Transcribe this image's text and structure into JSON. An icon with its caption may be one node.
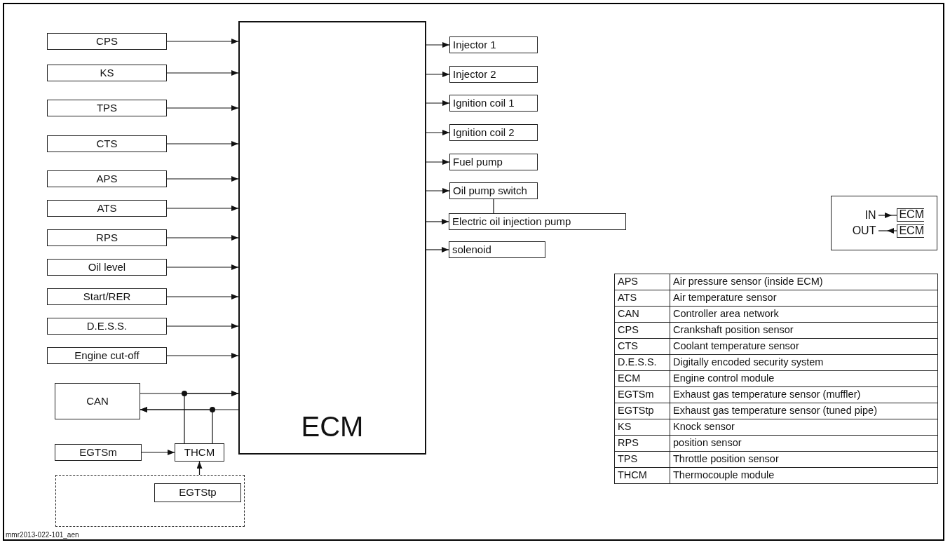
{
  "diagram": {
    "nodes": [
      {
        "text": [
          "ECM"
        ]
      },
      {
        "text": [
          "CPS"
        ]
      },
      {
        "text": [
          "KS"
        ]
      },
      {
        "text": [
          "TPS"
        ]
      },
      {
        "text": [
          "CTS"
        ]
      },
      {
        "text": [
          "APS"
        ]
      },
      {
        "text": [
          "ATS"
        ]
      },
      {
        "text": [
          "RPS"
        ]
      },
      {
        "text": [
          "Oil level"
        ]
      },
      {
        "text": [
          "Start/RER"
        ]
      },
      {
        "text": [
          "D.E.S.S."
        ]
      },
      {
        "text": [
          "Engine cut-off"
        ]
      },
      {
        "text": [
          "CAN"
        ]
      },
      {
        "text": [
          "THCM"
        ]
      },
      {
        "text": [
          "EGTSm"
        ]
      },
      {
        "text": [],
        "shape": "box"
      },
      {
        "text": [
          "EGTStp"
        ],
        "in": 15
      },
      {
        "text": [
          "Injector 1"
        ]
      },
      {
        "text": [
          "Injector 2"
        ]
      },
      {
        "text": [
          "Ignition coil 1"
        ]
      },
      {
        "text": [
          "Ignition coil 2"
        ]
      },
      {
        "text": [
          "Fuel pump"
        ]
      },
      {
        "text": [
          "Oil pump switch"
        ]
      },
      {
        "text": [
          "Electric oil injection pump"
        ]
      },
      {
        "text": [
          "solenoid"
        ]
      }
    ],
    "edges": [
      {
        "from": 1,
        "to": 0,
        "arrow": "to"
      },
      {
        "from": 2,
        "to": 0,
        "arrow": "to"
      },
      {
        "from": 3,
        "to": 0,
        "arrow": "to"
      },
      {
        "from": 4,
        "to": 0,
        "arrow": "to"
      },
      {
        "from": 5,
        "to": 0,
        "arrow": "to"
      },
      {
        "from": 6,
        "to": 0,
        "arrow": "to"
      },
      {
        "from": 7,
        "to": 0,
        "arrow": "to"
      },
      {
        "from": 8,
        "to": 0,
        "arrow": "to"
      },
      {
        "from": 9,
        "to": 0,
        "arrow": "to"
      },
      {
        "from": 10,
        "to": 0,
        "arrow": "to"
      },
      {
        "from": 11,
        "to": 0,
        "arrow": "to"
      },
      {
        "from": 12,
        "to": 0,
        "arrow": "to"
      },
      {
        "from": 0,
        "to": 12,
        "arrow": "to"
      },
      {
        "from": 13,
        "to": 0,
        "arrow": "to"
      },
      {
        "from": 13,
        "to": 12,
        "arrow": "to"
      },
      {
        "from": 14,
        "to": 13,
        "arrow": "to"
      },
      {
        "from": 16,
        "to": 13,
        "arrow": "to"
      },
      {
        "from": 0,
        "to": 17,
        "arrow": "to"
      },
      {
        "from": 0,
        "to": 18,
        "arrow": "to"
      },
      {
        "from": 0,
        "to": 19,
        "arrow": "to"
      },
      {
        "from": 0,
        "to": 20,
        "arrow": "to"
      },
      {
        "from": 0,
        "to": 21,
        "arrow": "to"
      },
      {
        "from": 0,
        "to": 22,
        "arrow": "to"
      },
      {
        "from": 0,
        "to": 23,
        "arrow": "to"
      },
      {
        "from": 0,
        "to": 24,
        "arrow": "to"
      },
      {
        "from": 22,
        "to": 23,
        "arrow": "none"
      }
    ],
    "labels": [
      "ECM",
      "ECM",
      "APS",
      "Air pressure sensor (inside ECM)",
      "ATS",
      "Air temperature sensor",
      "CAN",
      "Controller area network",
      "CPS",
      "Crankshaft position sensor",
      "CTS",
      "Coolant temperature sensor",
      "D.E.S.S.",
      "Digitally encoded security system",
      "ECM",
      "Engine control module",
      "EGTSm",
      "Exhaust gas temperature sensor (muffler)",
      "EGTStp",
      "Exhaust gas temperature sensor (tuned pipe)",
      "KS",
      "Knock sensor",
      "RPS",
      "position sensor",
      "TPS",
      "Throttle position sensor",
      "THCM",
      "Thermocouple module",
      "mmr2013-022-101_aen"
    ],
    "legend": [
      {
        "text": "IN"
      },
      {
        "text": "OUT"
      }
    ]
  }
}
